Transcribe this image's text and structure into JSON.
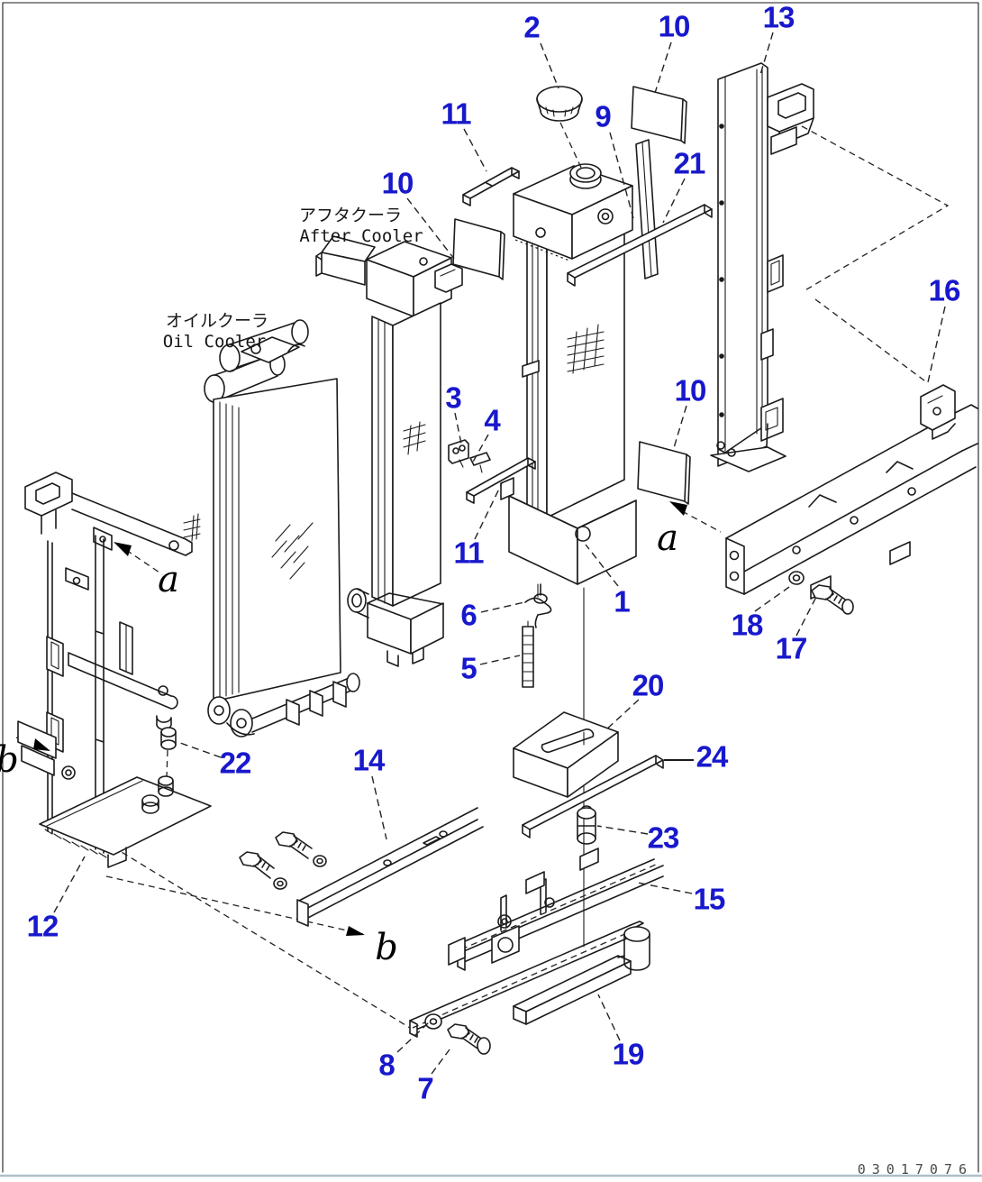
{
  "document": {
    "doc_number": "03017076"
  },
  "colors": {
    "callout_blue": "#1818cc",
    "line": "#1b1b1b"
  },
  "labels": {
    "after_cooler_jp": "アフタクーラ",
    "after_cooler_en": "After Cooler",
    "oil_cooler_jp": "オイルクーラ",
    "oil_cooler_en": "Oil Cooler"
  },
  "callouts": [
    {
      "label": "2"
    },
    {
      "label": "10"
    },
    {
      "label": "13"
    },
    {
      "label": "11"
    },
    {
      "label": "9"
    },
    {
      "label": "21"
    },
    {
      "label": "10"
    },
    {
      "label": "16"
    },
    {
      "label": "3"
    },
    {
      "label": "4"
    },
    {
      "label": "10"
    },
    {
      "label": "11"
    },
    {
      "label": "1"
    },
    {
      "label": "6"
    },
    {
      "label": "18"
    },
    {
      "label": "17"
    },
    {
      "label": "5"
    },
    {
      "label": "20"
    },
    {
      "label": "24"
    },
    {
      "label": "22"
    },
    {
      "label": "14"
    },
    {
      "label": "23"
    },
    {
      "label": "15"
    },
    {
      "label": "12"
    },
    {
      "label": "8"
    },
    {
      "label": "7"
    },
    {
      "label": "19"
    }
  ],
  "view_letters": [
    {
      "label": "a"
    },
    {
      "label": "a"
    },
    {
      "label": "b"
    },
    {
      "label": "b"
    }
  ]
}
